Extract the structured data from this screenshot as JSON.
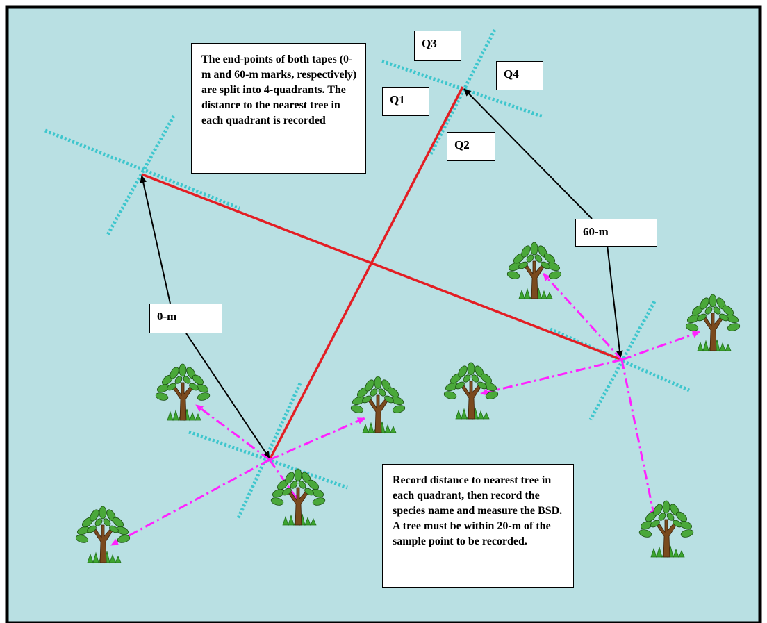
{
  "colors": {
    "background": "#b9e0e3",
    "frame": "#000000",
    "tape": "#e31e24",
    "arrow": "#000000",
    "quadrant_lines": "#3ec6cd",
    "nearest_tree_lines": "#ff22ff",
    "tree_foliage": "#4aa83a",
    "tree_trunk": "#7a4a1e",
    "grass": "#3da52f"
  },
  "labels": {
    "q1": "Q1",
    "q2": "Q2",
    "q3": "Q3",
    "q4": "Q4",
    "zero_m": "0-m",
    "sixty_m": "60-m"
  },
  "notes": {
    "endpoints": "The end-points of both tapes (0-m and 60-m marks, respectively) are split into 4-quadrants. The distance to the nearest tree in each quadrant is recorded",
    "record": "Record distance to nearest tree in each quadrant, then record the species name and measure the BSD. A tree must be within 20-m of the sample point to be recorded."
  },
  "icons": {
    "tree": "tree-icon",
    "arrow": "arrow-icon"
  }
}
